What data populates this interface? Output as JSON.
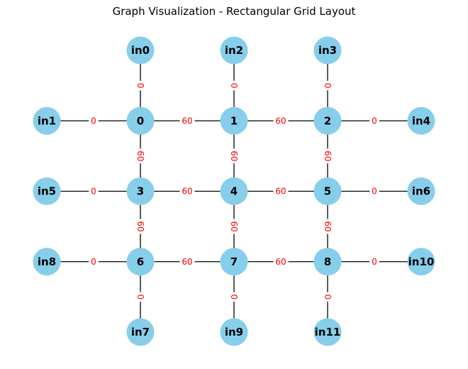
{
  "title": "Graph Visualization - Rectangular Grid Layout",
  "colors": {
    "node_fill": "#87ceeb",
    "edge": "#000000",
    "edge_label": "#ff0000",
    "text": "#000000"
  },
  "layout": "rectangular grid",
  "nodes": [
    {
      "id": "in0",
      "label": "in0",
      "col": 1,
      "row": 0
    },
    {
      "id": "in2",
      "label": "in2",
      "col": 2,
      "row": 0
    },
    {
      "id": "in3",
      "label": "in3",
      "col": 3,
      "row": 0
    },
    {
      "id": "in1",
      "label": "in1",
      "col": 0,
      "row": 1
    },
    {
      "id": "0",
      "label": "0",
      "col": 1,
      "row": 1
    },
    {
      "id": "1",
      "label": "1",
      "col": 2,
      "row": 1
    },
    {
      "id": "2",
      "label": "2",
      "col": 3,
      "row": 1
    },
    {
      "id": "in4",
      "label": "in4",
      "col": 4,
      "row": 1
    },
    {
      "id": "in5",
      "label": "in5",
      "col": 0,
      "row": 2
    },
    {
      "id": "3",
      "label": "3",
      "col": 1,
      "row": 2
    },
    {
      "id": "4",
      "label": "4",
      "col": 2,
      "row": 2
    },
    {
      "id": "5",
      "label": "5",
      "col": 3,
      "row": 2
    },
    {
      "id": "in6",
      "label": "in6",
      "col": 4,
      "row": 2
    },
    {
      "id": "in8",
      "label": "in8",
      "col": 0,
      "row": 3
    },
    {
      "id": "6",
      "label": "6",
      "col": 1,
      "row": 3
    },
    {
      "id": "7",
      "label": "7",
      "col": 2,
      "row": 3
    },
    {
      "id": "8",
      "label": "8",
      "col": 3,
      "row": 3
    },
    {
      "id": "in10",
      "label": "in10",
      "col": 4,
      "row": 3
    },
    {
      "id": "in7",
      "label": "in7",
      "col": 1,
      "row": 4
    },
    {
      "id": "in9",
      "label": "in9",
      "col": 2,
      "row": 4
    },
    {
      "id": "in11",
      "label": "in11",
      "col": 3,
      "row": 4
    }
  ],
  "edges": [
    {
      "source": "in0",
      "target": "0",
      "label": "0"
    },
    {
      "source": "in2",
      "target": "1",
      "label": "0"
    },
    {
      "source": "in3",
      "target": "2",
      "label": "0"
    },
    {
      "source": "in1",
      "target": "0",
      "label": "0"
    },
    {
      "source": "0",
      "target": "1",
      "label": "60"
    },
    {
      "source": "1",
      "target": "2",
      "label": "60"
    },
    {
      "source": "2",
      "target": "in4",
      "label": "0"
    },
    {
      "source": "0",
      "target": "3",
      "label": "60"
    },
    {
      "source": "1",
      "target": "4",
      "label": "60"
    },
    {
      "source": "2",
      "target": "5",
      "label": "60"
    },
    {
      "source": "in5",
      "target": "3",
      "label": "0"
    },
    {
      "source": "3",
      "target": "4",
      "label": "60"
    },
    {
      "source": "4",
      "target": "5",
      "label": "60"
    },
    {
      "source": "5",
      "target": "in6",
      "label": "0"
    },
    {
      "source": "3",
      "target": "6",
      "label": "60"
    },
    {
      "source": "4",
      "target": "7",
      "label": "60"
    },
    {
      "source": "5",
      "target": "8",
      "label": "60"
    },
    {
      "source": "in8",
      "target": "6",
      "label": "0"
    },
    {
      "source": "6",
      "target": "7",
      "label": "60"
    },
    {
      "source": "7",
      "target": "8",
      "label": "60"
    },
    {
      "source": "8",
      "target": "in10",
      "label": "0"
    },
    {
      "source": "6",
      "target": "in7",
      "label": "0"
    },
    {
      "source": "7",
      "target": "in9",
      "label": "0"
    },
    {
      "source": "8",
      "target": "in11",
      "label": "0"
    }
  ]
}
